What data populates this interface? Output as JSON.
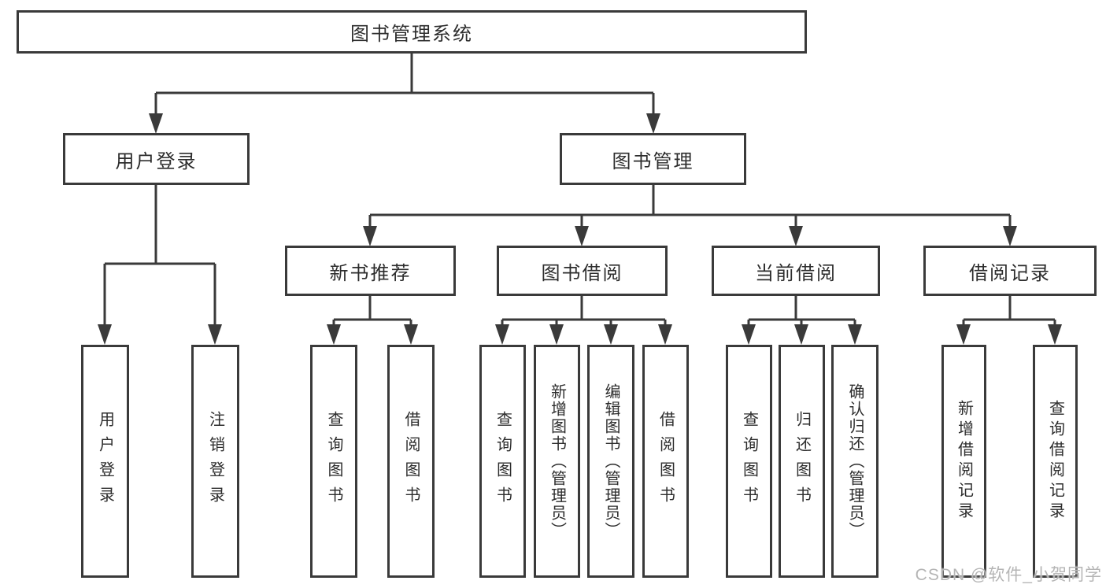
{
  "tree": {
    "label": "图书管理系统",
    "children": [
      {
        "label": "用户登录",
        "children": [
          {
            "label": "用户登录"
          },
          {
            "label": "注销登录"
          }
        ]
      },
      {
        "label": "图书管理",
        "children": [
          {
            "label": "新书推荐",
            "children": [
              {
                "label": "查询图书"
              },
              {
                "label": "借阅图书"
              }
            ]
          },
          {
            "label": "图书借阅",
            "children": [
              {
                "label": "查询图书"
              },
              {
                "label": "新增图书（管理员）"
              },
              {
                "label": "编辑图书（管理员）"
              },
              {
                "label": "借阅图书"
              }
            ]
          },
          {
            "label": "当前借阅",
            "children": [
              {
                "label": "查询图书"
              },
              {
                "label": "归还图书"
              },
              {
                "label": "确认归还（管理员）"
              }
            ]
          },
          {
            "label": "借阅记录",
            "children": [
              {
                "label": "新增借阅记录"
              },
              {
                "label": "查询借阅记录"
              }
            ]
          }
        ]
      }
    ]
  },
  "watermark": {
    "text": "CSDN @软件_小贺同学"
  },
  "colors": {
    "line": "#3a3a3a",
    "box_border": "#3a3a3a",
    "text": "#2d2d2d",
    "watermark": "#b5b5b5",
    "background": "#ffffff"
  }
}
